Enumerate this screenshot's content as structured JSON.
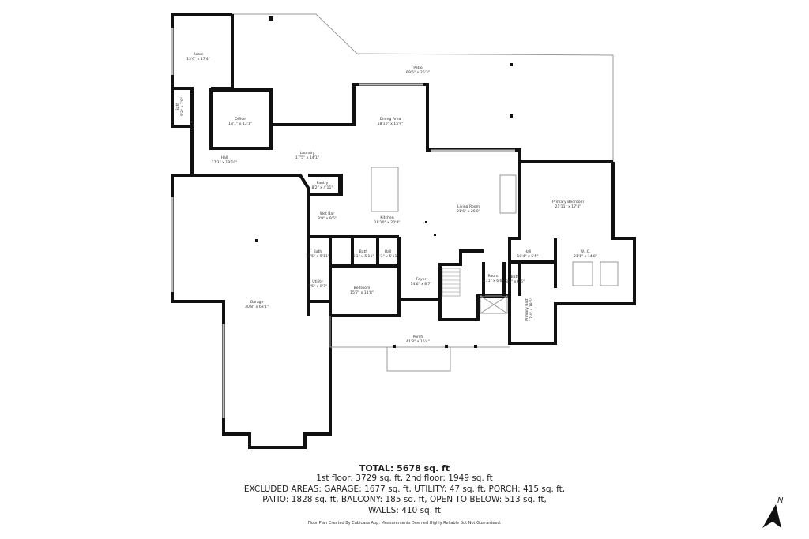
{
  "rooms": [
    {
      "name": "Room",
      "dims": "13'6\" x 17'4\""
    },
    {
      "name": "Bath",
      "dims": "5'2\" x 7'8\""
    },
    {
      "name": "Office",
      "dims": "13'1\" x 13'1\""
    },
    {
      "name": "Hall",
      "dims": "17'3\" x 19'10\""
    },
    {
      "name": "Laundry",
      "dims": "17'5\" x 14'1\""
    },
    {
      "name": "Patio",
      "dims": "69'5\" x 26'3\""
    },
    {
      "name": "Dining Area",
      "dims": "18'10\" x 15'9\""
    },
    {
      "name": "Pantry",
      "dims": "8'2\" x 4'11\""
    },
    {
      "name": "Wet Bar",
      "dims": "8'9\" x 9'6\""
    },
    {
      "name": "Kitchen",
      "dims": "18'10\" x 20'8\""
    },
    {
      "name": "Living Room",
      "dims": "21'6\" x 26'0\""
    },
    {
      "name": "Primary Bedroom",
      "dims": "21'11\" x 17'4\""
    },
    {
      "name": "Hall",
      "dims": "10'4\" x 5'5\""
    },
    {
      "name": "W.I.C.",
      "dims": "21'1\" x 14'8\""
    },
    {
      "name": "Bath",
      "dims": "10'5\" x 5'11\""
    },
    {
      "name": "Bath",
      "dims": "6'1\" x 5'11\""
    },
    {
      "name": "Hall",
      "dims": "4'3\" x 5'11\""
    },
    {
      "name": "Utility",
      "dims": "5'5\" x 8'7\""
    },
    {
      "name": "Bedroom",
      "dims": "15'7\" x 11'8\""
    },
    {
      "name": "Foyer",
      "dims": "14'6\" x 8'7\""
    },
    {
      "name": "Room",
      "dims": "5'11\" x 6'6\""
    },
    {
      "name": "Bath",
      "dims": "3'4\" x 6'6\""
    },
    {
      "name": "Primary Bath",
      "dims": "17'4\" x 18'5\""
    },
    {
      "name": "Garage",
      "dims": "30'8\" x 63'1\""
    },
    {
      "name": "Porch",
      "dims": "41'8\" x 16'4\""
    }
  ],
  "summary": {
    "total": "TOTAL: 5678 sq. ft",
    "floors": "1st floor: 3729 sq. ft, 2nd floor: 1949 sq. ft",
    "excluded_1": "EXCLUDED AREAS: GARAGE: 1677 sq. ft, UTILITY: 47 sq. ft, PORCH: 415 sq. ft,",
    "excluded_2": "PATIO: 1828 sq. ft, BALCONY: 185 sq. ft, OPEN TO BELOW: 513 sq. ft,",
    "excluded_3": "WALLS: 410 sq. ft"
  },
  "footer": "Floor Plan Created By Cubicasa App. Measurements Deemed Highly Reliable But Not Guaranteed.",
  "compass": {
    "label": "N",
    "icon": "north-arrow-icon"
  }
}
